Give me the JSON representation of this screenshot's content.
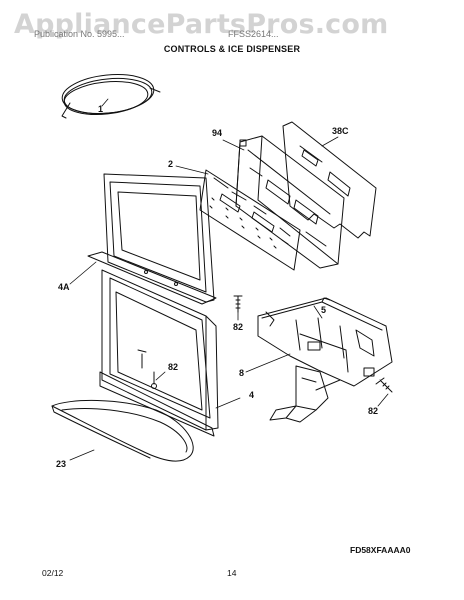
{
  "watermark": "AppliancePartsPros.com",
  "header": {
    "publication": "Publication No. 5995...",
    "model_ref": "FFSS2614...",
    "title": "CONTROLS & ICE DISPENSER"
  },
  "callouts": {
    "c1": "1",
    "c94": "94",
    "c38c": "38C",
    "c2": "2",
    "c4a": "4A",
    "c82a": "82",
    "c5": "5",
    "c8": "8",
    "c82b": "82",
    "c4": "4",
    "c82c": "82",
    "c23": "23"
  },
  "footer": {
    "model_code": "FD58XFAAAA0",
    "date": "02/12",
    "page": "14"
  }
}
